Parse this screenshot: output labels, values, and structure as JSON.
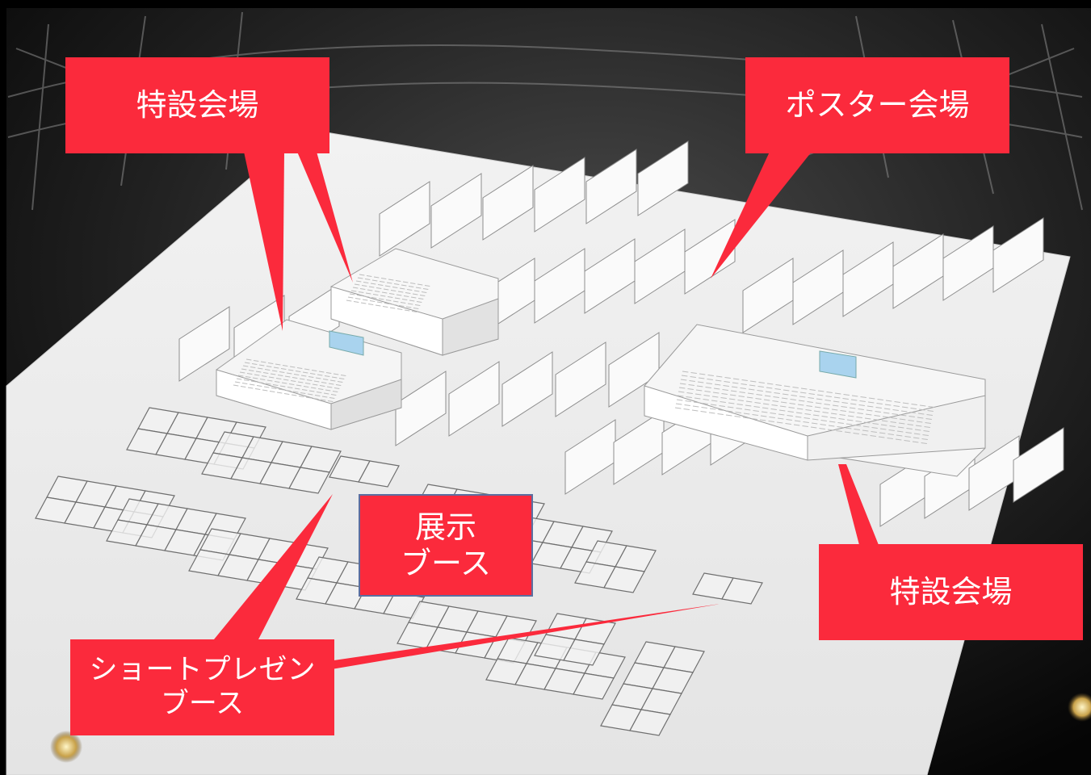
{
  "top_caption": "",
  "labels": {
    "special_venue_left": "特設会場",
    "poster_venue": "ポスター会場",
    "special_venue_right": "特設会場",
    "exhibit_booth": "展示\nブース",
    "short_presentation_booth": "ショートプレゼン\nブース"
  },
  "colors": {
    "callout": "#fb2a3c",
    "callout_text": "#ffffff",
    "floor": "#eeeeee",
    "background": "#000000"
  }
}
